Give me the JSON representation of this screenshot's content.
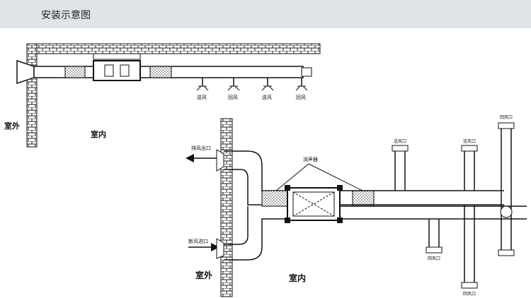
{
  "header": {
    "title": "安装示意图"
  },
  "top_diagram": {
    "outdoor_label": "室外",
    "indoor_label": "室内",
    "vents": [
      "送风",
      "回风",
      "送风",
      "回风"
    ]
  },
  "bottom_diagram": {
    "outdoor_label": "室外",
    "indoor_label": "室内",
    "exhaust_label": "排风出口",
    "fresh_air_label": "新风进口",
    "muffler_label": "消声器",
    "supply_labels": [
      "送风口",
      "送风口"
    ],
    "return_labels": [
      "回风口",
      "回风口",
      "回风口"
    ]
  },
  "colors": {
    "header_bg": "#dfe4e8",
    "line": "#111111",
    "hatch": "#444444"
  }
}
